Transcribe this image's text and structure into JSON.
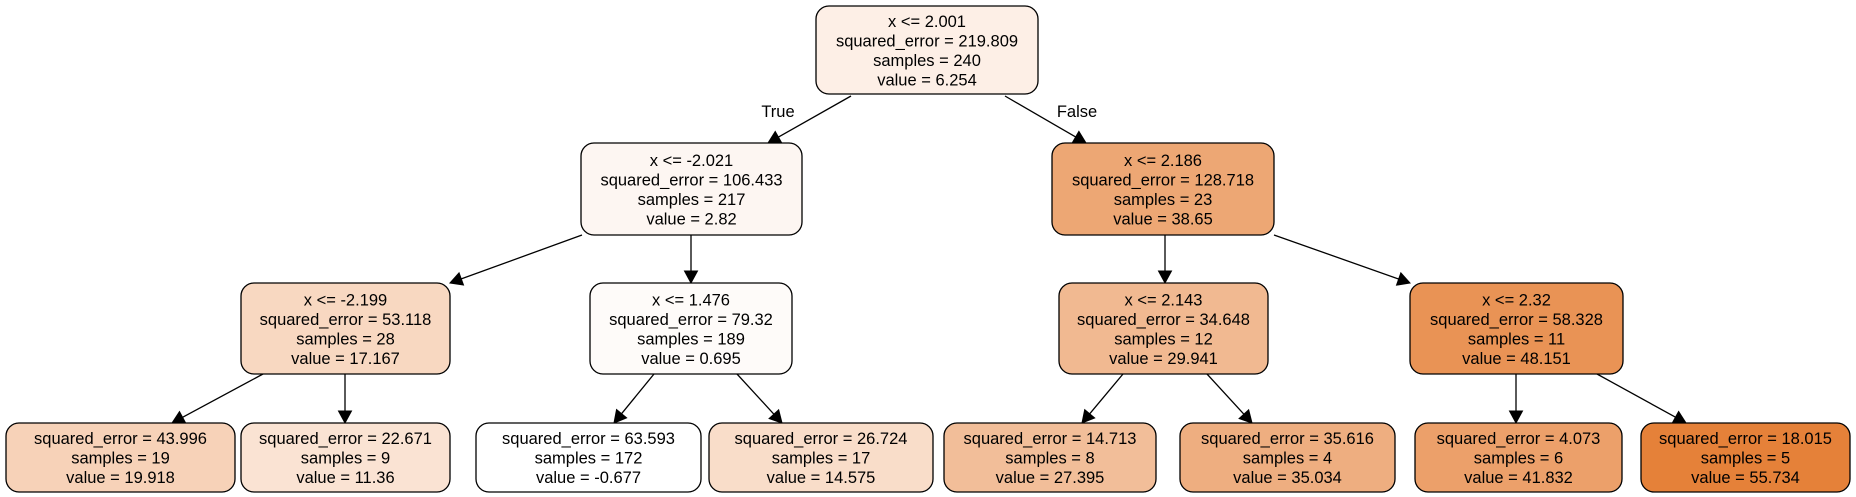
{
  "tree": {
    "edge_labels": {
      "true": "True",
      "false": "False"
    },
    "nodes": [
      {
        "id": "n0",
        "lines": [
          "x <= 2.001",
          "squared_error = 219.809",
          "samples = 240",
          "value = 6.254"
        ],
        "fill": "#fdefe6"
      },
      {
        "id": "n1",
        "lines": [
          "x <= -2.021",
          "squared_error = 106.433",
          "samples = 217",
          "value = 2.82"
        ],
        "fill": "#fdf6f2"
      },
      {
        "id": "n2",
        "lines": [
          "x <= 2.186",
          "squared_error = 128.718",
          "samples = 23",
          "value = 38.65"
        ],
        "fill": "#eda774"
      },
      {
        "id": "n3",
        "lines": [
          "x <= -2.199",
          "squared_error = 53.118",
          "samples = 28",
          "value = 17.167"
        ],
        "fill": "#f8d8c1"
      },
      {
        "id": "n4",
        "lines": [
          "x <= 1.476",
          "squared_error = 79.32",
          "samples = 189",
          "value = 0.695"
        ],
        "fill": "#fefbf9"
      },
      {
        "id": "n5",
        "lines": [
          "x <= 2.143",
          "squared_error = 34.648",
          "samples = 12",
          "value = 29.941"
        ],
        "fill": "#f1b991"
      },
      {
        "id": "n6",
        "lines": [
          "x <= 2.32",
          "squared_error = 58.328",
          "samples = 11",
          "value = 48.151"
        ],
        "fill": "#e99355"
      },
      {
        "id": "n7",
        "lines": [
          "squared_error = 43.996",
          "samples = 19",
          "value = 19.918"
        ],
        "fill": "#f7d2b8"
      },
      {
        "id": "n8",
        "lines": [
          "squared_error = 22.671",
          "samples = 9",
          "value = 11.36"
        ],
        "fill": "#fae3d3"
      },
      {
        "id": "n9",
        "lines": [
          "squared_error = 63.593",
          "samples = 172",
          "value = -0.677"
        ],
        "fill": "#ffffff"
      },
      {
        "id": "n10",
        "lines": [
          "squared_error = 26.724",
          "samples = 17",
          "value = 14.575"
        ],
        "fill": "#f9ddc9"
      },
      {
        "id": "n11",
        "lines": [
          "squared_error = 14.713",
          "samples = 8",
          "value = 27.395"
        ],
        "fill": "#f2be99"
      },
      {
        "id": "n12",
        "lines": [
          "squared_error = 35.616",
          "samples = 4",
          "value = 35.034"
        ],
        "fill": "#eeae80"
      },
      {
        "id": "n13",
        "lines": [
          "squared_error = 4.073",
          "samples = 6",
          "value = 41.832"
        ],
        "fill": "#eca06a"
      },
      {
        "id": "n14",
        "lines": [
          "squared_error = 18.015",
          "samples = 5",
          "value = 55.734"
        ],
        "fill": "#e58139"
      }
    ],
    "edges": [
      {
        "from": "n0",
        "to": "n1",
        "label": "true"
      },
      {
        "from": "n0",
        "to": "n2",
        "label": "false"
      },
      {
        "from": "n1",
        "to": "n3"
      },
      {
        "from": "n1",
        "to": "n4"
      },
      {
        "from": "n2",
        "to": "n5"
      },
      {
        "from": "n2",
        "to": "n6"
      },
      {
        "from": "n3",
        "to": "n7"
      },
      {
        "from": "n3",
        "to": "n8"
      },
      {
        "from": "n4",
        "to": "n9"
      },
      {
        "from": "n4",
        "to": "n10"
      },
      {
        "from": "n5",
        "to": "n11"
      },
      {
        "from": "n5",
        "to": "n12"
      },
      {
        "from": "n6",
        "to": "n13"
      },
      {
        "from": "n6",
        "to": "n14"
      }
    ]
  }
}
